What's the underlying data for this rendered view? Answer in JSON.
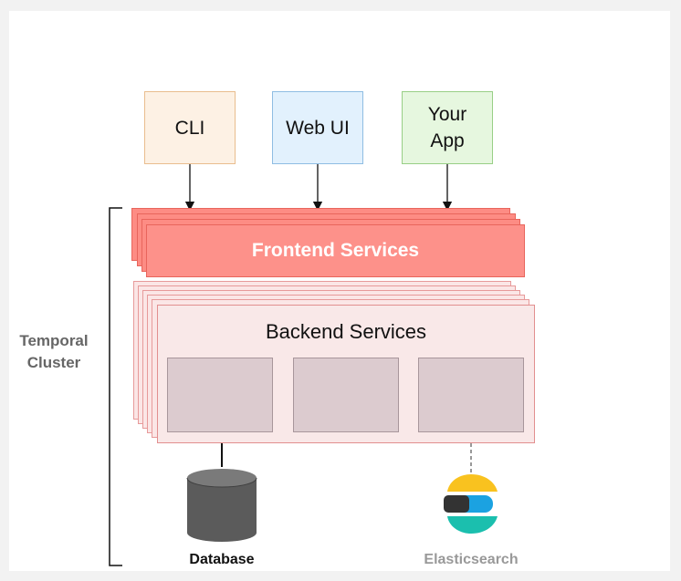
{
  "clients": [
    {
      "label": "CLI"
    },
    {
      "label": "Web UI"
    },
    {
      "label": "Your App"
    }
  ],
  "frontend": {
    "label": "Frontend Services"
  },
  "backend": {
    "label": "Backend Services"
  },
  "cluster": {
    "label": "Temporal Cluster"
  },
  "storage": {
    "database": {
      "label": "Database"
    },
    "elasticsearch": {
      "label": "Elasticsearch"
    }
  },
  "colors": {
    "frontend_fill": "#fd918a",
    "backend_fill": "#f9e8e8",
    "service_box": "#dccbcf",
    "cli_fill": "#fdf1e4",
    "webui_fill": "#e2f1fd",
    "yourapp_fill": "#e6f7df",
    "database_gray": "#5b5b5b",
    "elastic_yellow": "#f9c21f",
    "elastic_blue": "#1ba2e1",
    "elastic_teal": "#1bbfae"
  }
}
